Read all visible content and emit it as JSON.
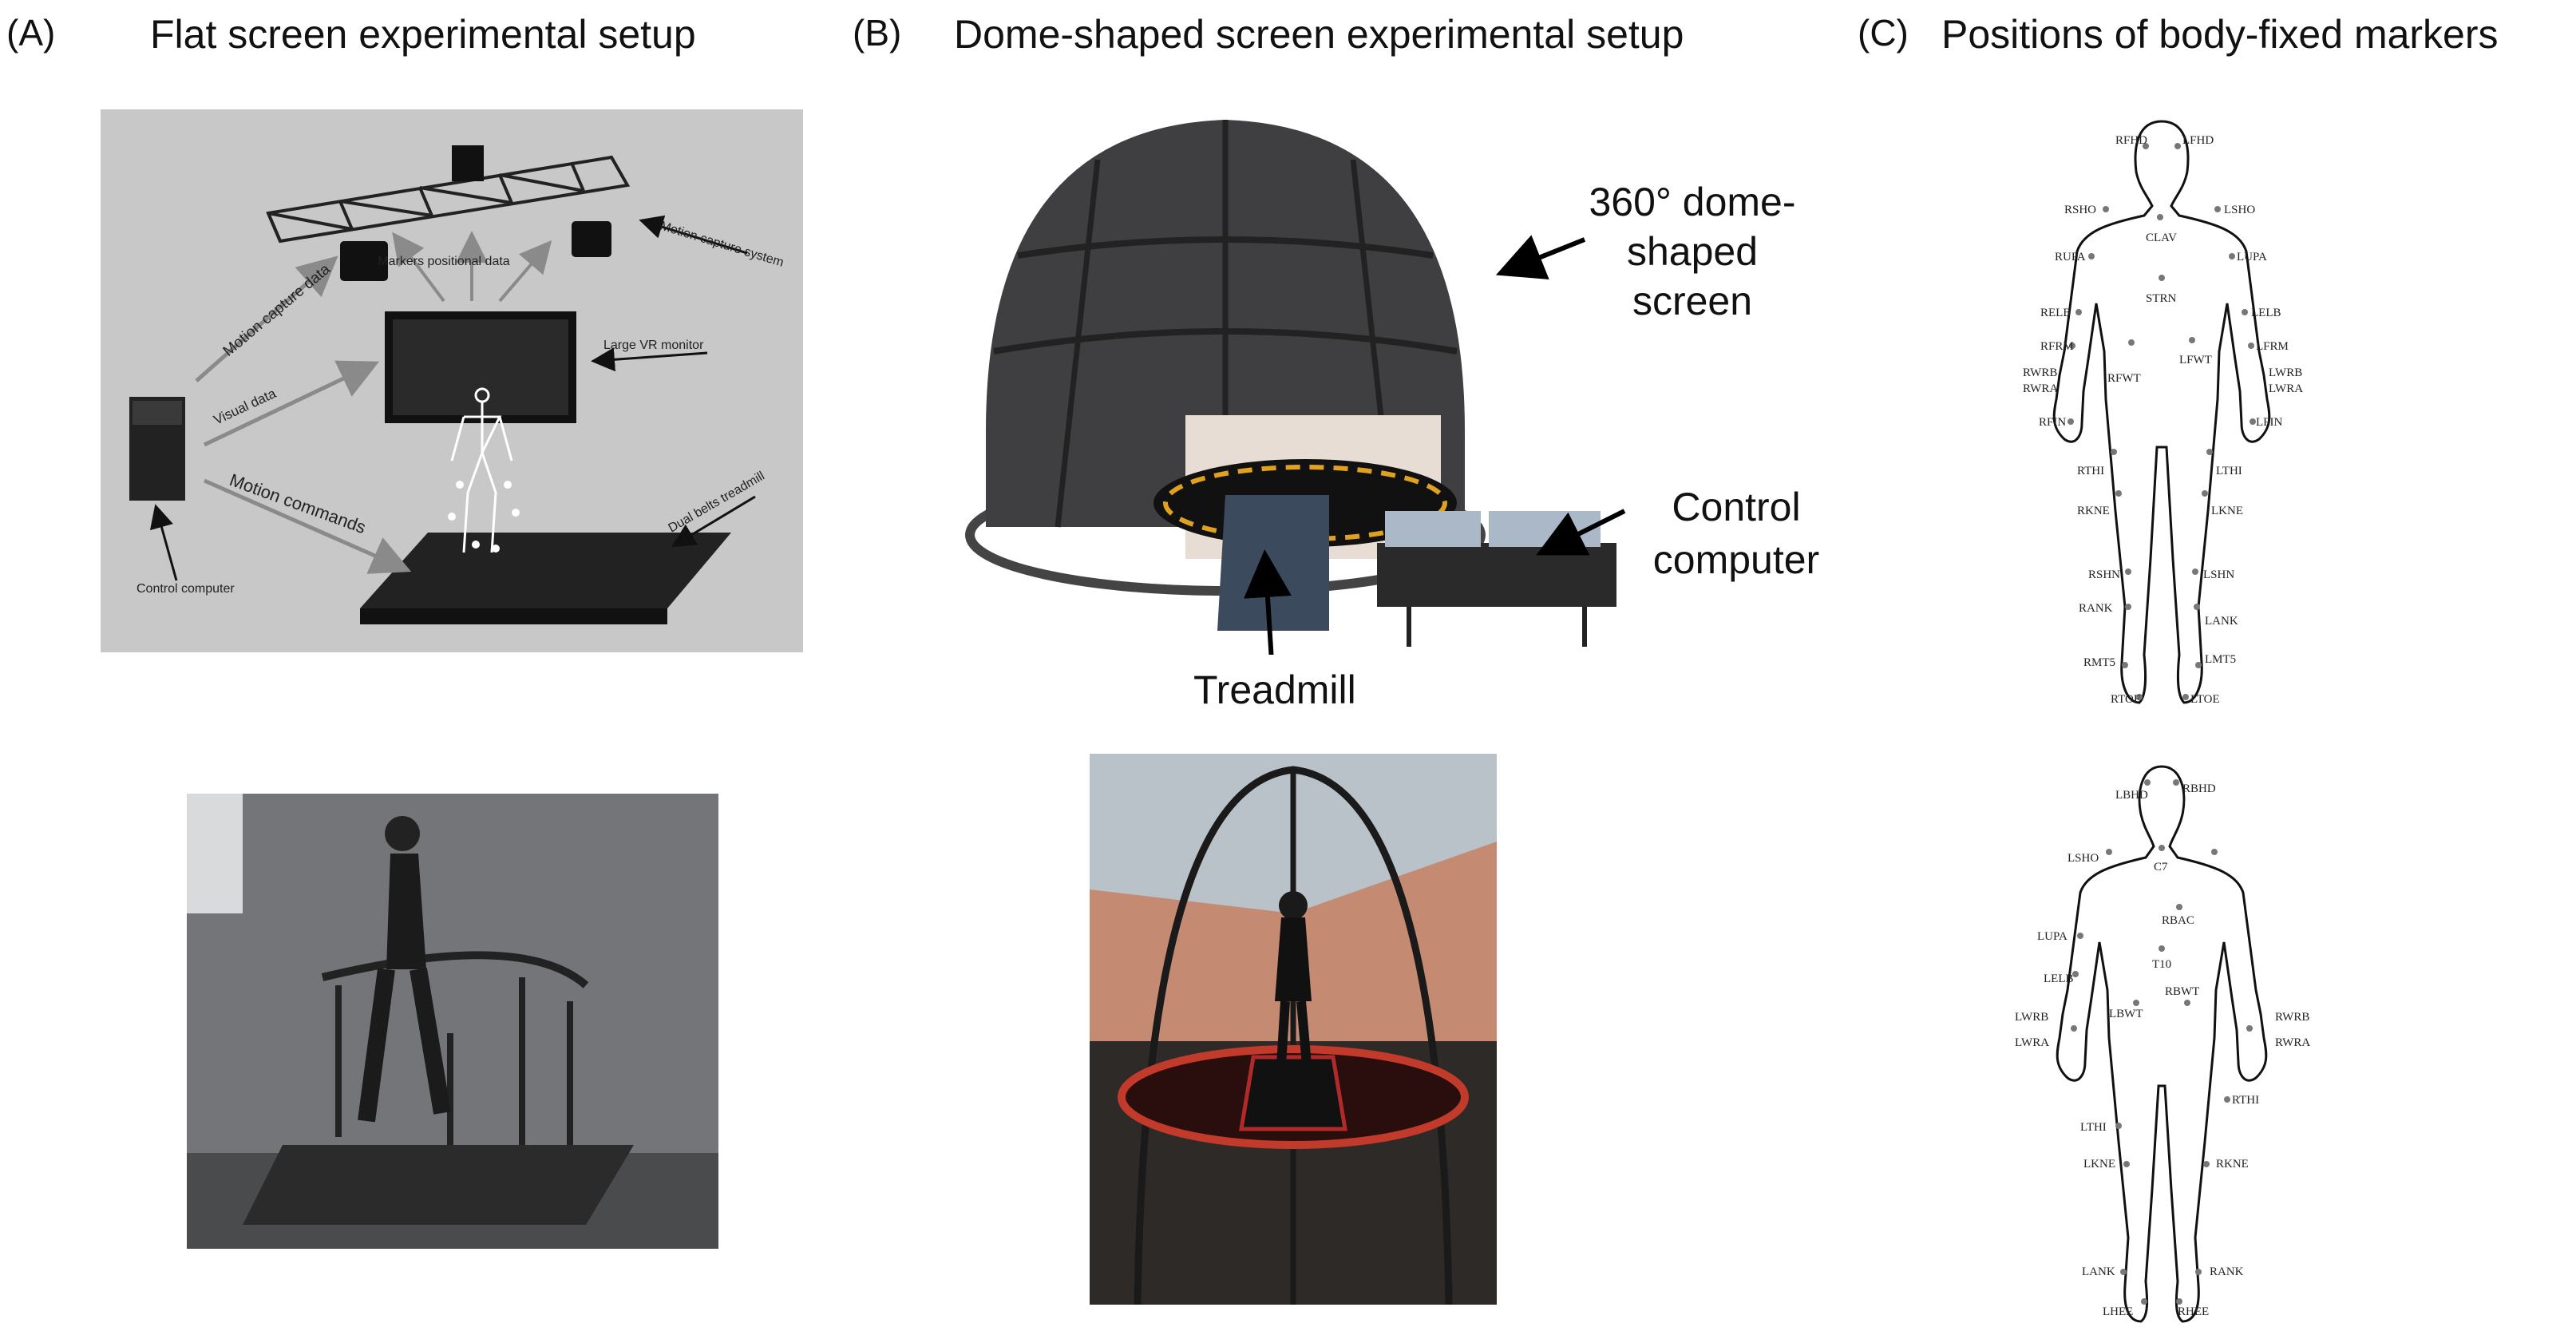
{
  "panels": {
    "a": {
      "letter": "(A)",
      "title": "Flat screen experimental setup",
      "diagram_labels": {
        "motion_capture_data": "Motion capture data",
        "markers_positional": "Markers positional data",
        "motion_capture_system": "Motion capture system",
        "large_vr_monitor": "Large VR monitor",
        "visual_data": "Visual data",
        "motion_commands": "Motion commands",
        "dual_belts_treadmill": "Dual belts treadmill",
        "control_computer": "Control computer"
      }
    },
    "b": {
      "letter": "(B)",
      "title": "Dome-shaped screen experimental setup",
      "dome_label": "360° dome-shaped screen",
      "control_label": "Control computer",
      "treadmill_label": "Treadmill"
    },
    "c": {
      "letter": "(C)",
      "title": "Positions of body-fixed markers",
      "front_markers": [
        "RFHD",
        "LFHD",
        "RSHO",
        "LSHO",
        "CLAV",
        "RUPA",
        "LUPA",
        "STRN",
        "RELB",
        "LELB",
        "RFRM",
        "LFRM",
        "RFWT",
        "LFWT",
        "RWRB",
        "RWRA",
        "LWRB",
        "LWRA",
        "RFIN",
        "LFIN",
        "RTHI",
        "LTHI",
        "RKNE",
        "LKNE",
        "RSHN",
        "LSHN",
        "RANK",
        "LANK",
        "RMT5",
        "LMT5",
        "RTOE",
        "LTOE"
      ],
      "back_markers": [
        "LBHD",
        "RBHD",
        "LSHO",
        "C7",
        "RBAC",
        "LUPA",
        "T10",
        "LELB",
        "RBWT",
        "LBWT",
        "LWRB",
        "LWRA",
        "RWRB",
        "RWRA",
        "RTHI",
        "LTHI",
        "LKNE",
        "RKNE",
        "LANK",
        "RANK",
        "LHEE",
        "RHEE"
      ]
    }
  },
  "colors": {
    "background": "#ffffff",
    "diagram_bg": "#c8c8c8",
    "text": "#111111"
  }
}
